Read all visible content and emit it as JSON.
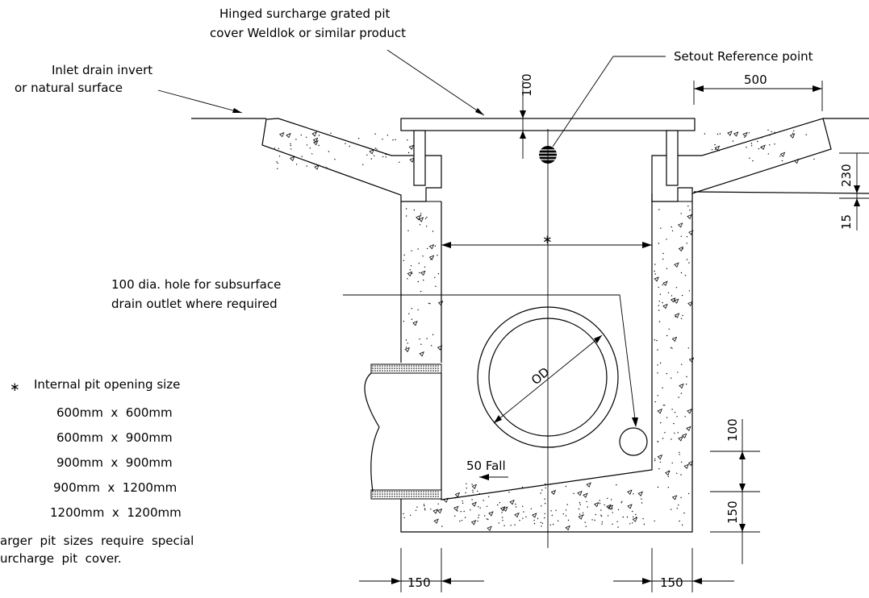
{
  "notes": {
    "cover_line1": "Hinged surcharge grated pit",
    "cover_line2": "cover Weldlok or similar product",
    "setout": "Setout Reference point",
    "inlet_line1": "Inlet drain invert",
    "inlet_line2": "or natural surface",
    "hole_line1": "100 dia. hole for subsurface",
    "hole_line2": "drain outlet where required",
    "fall": "50 Fall",
    "od": "OD"
  },
  "dimensions": {
    "cover_thickness": "100",
    "ledge_width": "500",
    "ledge_depth": "230",
    "rebate": "15",
    "wall_left": "150",
    "wall_right": "150",
    "base_lower": "150",
    "base_upper": "100"
  },
  "pit_sizes": {
    "title_marker": "∗",
    "title": "Internal pit opening size",
    "sizes": [
      "600mm  x  600mm",
      "600mm  x  900mm",
      "900mm  x  900mm",
      "900mm  x  1200mm",
      "1200mm  x  1200mm"
    ],
    "footnote_line1": "arger  pit  sizes  require  special",
    "footnote_line2": "urcharge  pit  cover."
  }
}
